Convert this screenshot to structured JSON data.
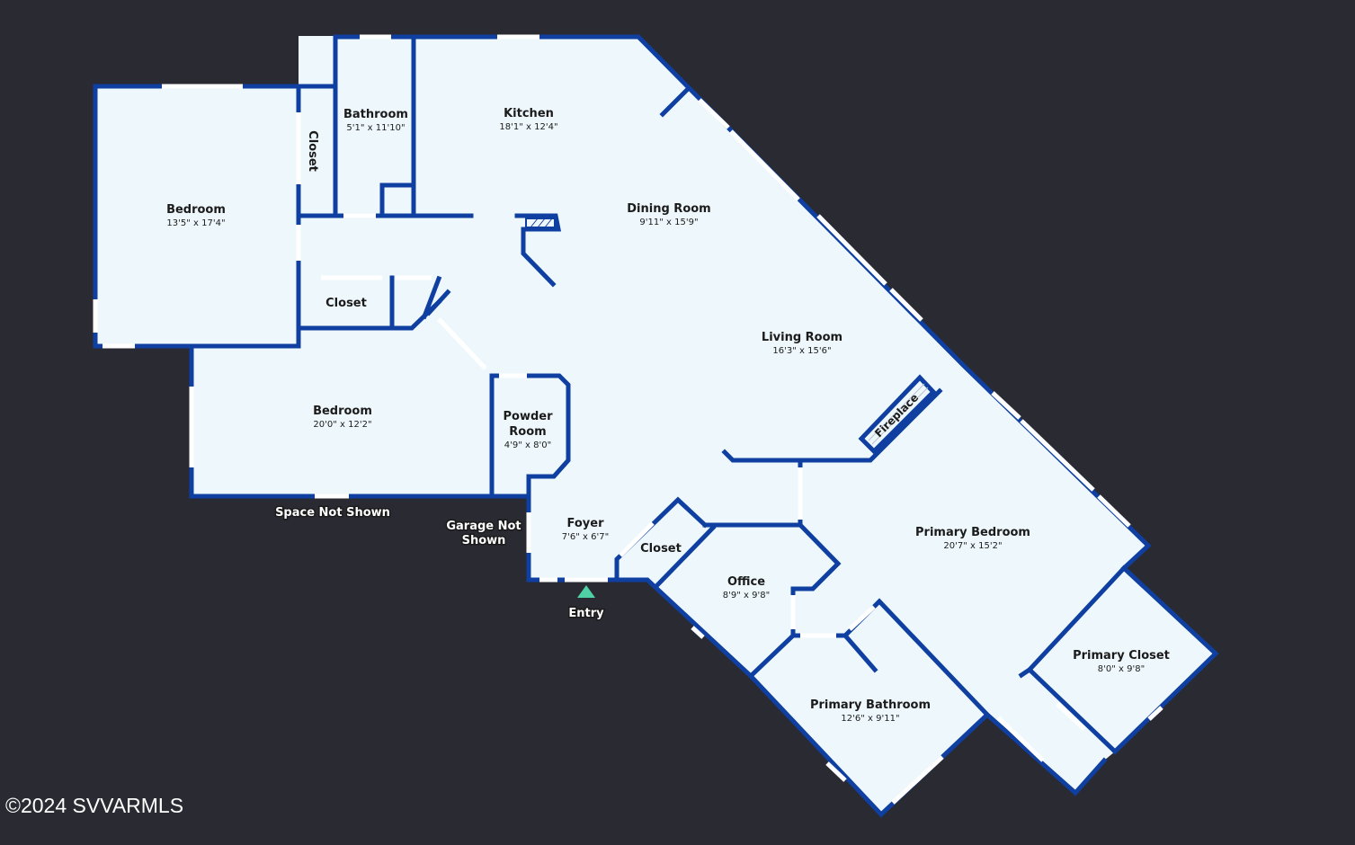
{
  "rooms": {
    "bedroom_1": {
      "name": "Bedroom",
      "dim": "13'5\" x 17'4\""
    },
    "closet_1": {
      "name": "Closet"
    },
    "bathroom": {
      "name": "Bathroom",
      "dim": "5'1\" x 11'10\""
    },
    "kitchen": {
      "name": "Kitchen",
      "dim": "18'1\" x 12'4\""
    },
    "dining_room": {
      "name": "Dining Room",
      "dim": "9'11\" x 15'9\""
    },
    "living_room": {
      "name": "Living Room",
      "dim": "16'3\" x 15'6\""
    },
    "closet_2": {
      "name": "Closet"
    },
    "bedroom_2": {
      "name": "Bedroom",
      "dim": "20'0\" x 12'2\""
    },
    "powder_room": {
      "name_line1": "Powder",
      "name_line2": "Room",
      "dim": "4'9\" x 8'0\""
    },
    "foyer": {
      "name": "Foyer",
      "dim": "7'6\" x 6'7\""
    },
    "closet_3": {
      "name": "Closet"
    },
    "office": {
      "name": "Office",
      "dim": "8'9\" x 9'8\""
    },
    "primary_bedroom": {
      "name": "Primary Bedroom",
      "dim": "20'7\" x 15'2\""
    },
    "primary_bathroom": {
      "name": "Primary Bathroom",
      "dim": "12'6\" x 9'11\""
    },
    "primary_closet": {
      "name": "Primary Closet",
      "dim": "8'0\" x 9'8\""
    },
    "fireplace": {
      "name": "Fireplace"
    }
  },
  "labels": {
    "space_not_shown": "Space Not Shown",
    "garage_line1": "Garage Not",
    "garage_line2": "Shown",
    "entry": "Entry"
  },
  "copyright": "©2024 SVVARMLS",
  "colors": {
    "background": "#2a2a33",
    "floor": "#eef8fc",
    "wall": "#0f3fa0",
    "entry_marker": "#4fd1a5"
  }
}
